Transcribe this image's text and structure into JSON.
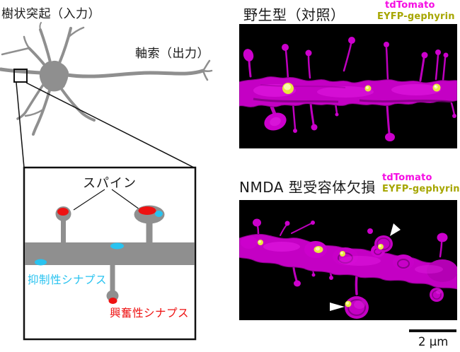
{
  "figure": {
    "description": "Neuron synapse schematic with two dendrite micrographs"
  },
  "diagram": {
    "dendrite_label": "樹状突起（入力）",
    "axon_label": "軸索（出力）",
    "inset": {
      "spine_label": "スパイン",
      "inhibitory_label": "抑制性シナプス",
      "excitatory_label": "興奮性シナプス"
    },
    "colors": {
      "neuron_gray": "#8F8F8F",
      "inhibitory_cyan": "#29C3F0",
      "excitatory_red": "#EE1111"
    }
  },
  "micrographs": {
    "wild_type": {
      "title": "野生型（対照）",
      "legend": {
        "channel1": "tdTomato",
        "channel2": "EYFP-gephyrin"
      }
    },
    "nmda_ko": {
      "title": "NMDA 型受容体欠損",
      "legend": {
        "channel1": "tdTomato",
        "channel2": "EYFP-gephyrin"
      }
    },
    "scale_bar_label": "2 μm",
    "colors": {
      "tdtomato_magenta": "#F50DE3",
      "eyfp_olive": "#A6A600",
      "signal_magenta": "#C400C4",
      "puncta_yellow": "#E9E93C",
      "background_black": "#000000",
      "arrowhead_white": "#FFFFFF"
    }
  }
}
